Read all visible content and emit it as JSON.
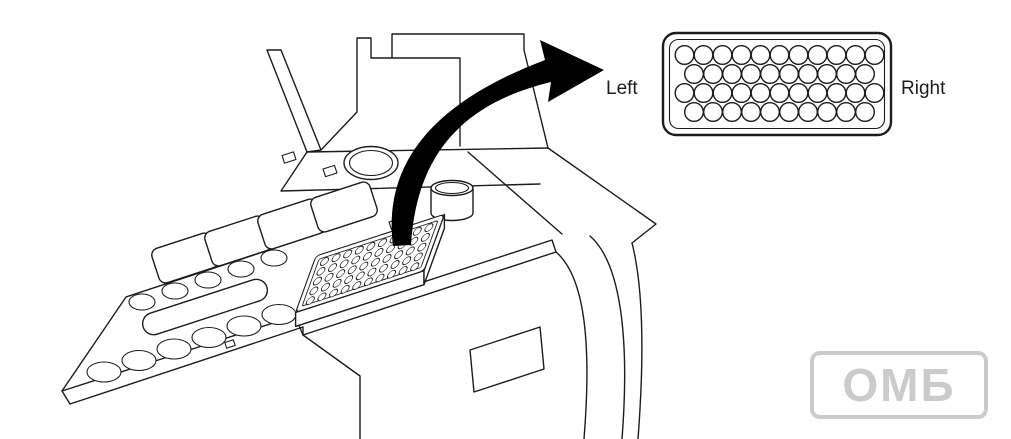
{
  "page": {
    "background": "#ffffff"
  },
  "callout": {
    "left_label": "Left",
    "right_label": "Right"
  },
  "watermark": {
    "text": "ОМБ",
    "color": "#cbcbcb"
  },
  "colors": {
    "line": "#1c1c1c",
    "arrow": "#000000"
  },
  "inset_plate": {
    "row_well_counts": [
      11,
      10,
      11,
      10
    ]
  },
  "deck_plate": {
    "rows": 5,
    "cols": 10
  },
  "sample_area": {
    "tray_count": 4,
    "cup_rows": [
      {
        "count": 5,
        "size": "small"
      },
      {
        "count": 6,
        "size": "large"
      }
    ]
  }
}
